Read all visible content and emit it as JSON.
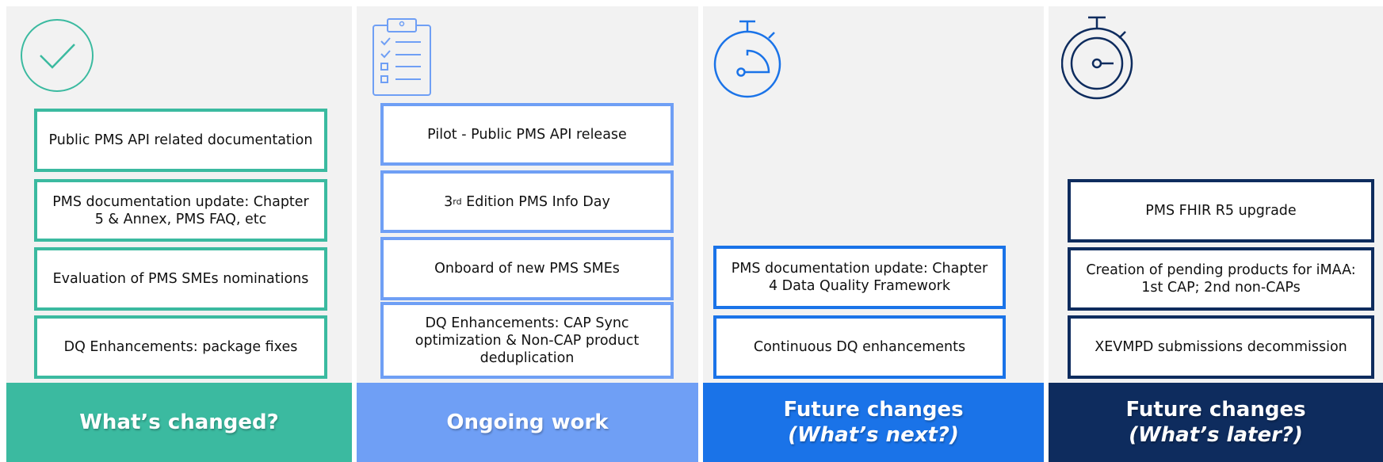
{
  "colors": {
    "teal": "#3bbaa0",
    "light_blue": "#6f9ff5",
    "blue": "#1a73e8",
    "navy": "#0e2c5e"
  },
  "columns": [
    {
      "icon": "checkmark-circle-icon",
      "footer": {
        "title": "What’s changed?",
        "subtitle": ""
      },
      "cards": [
        "Public PMS API related documentation",
        "PMS documentation update: Chapter 5 & Annex, PMS FAQ, etc",
        "Evaluation of PMS SMEs nominations",
        "DQ Enhancements: package fixes"
      ]
    },
    {
      "icon": "clipboard-checklist-icon",
      "footer": {
        "title": "Ongoing work",
        "subtitle": ""
      },
      "cards": [
        "Pilot - Public PMS API release",
        {
          "prefix": "3",
          "sup": "rd",
          "suffix": " Edition PMS Info Day"
        },
        "Onboard of new PMS SMEs",
        "DQ Enhancements: CAP Sync optimization & Non-CAP product deduplication"
      ]
    },
    {
      "icon": "stopwatch-icon",
      "footer": {
        "title": "Future changes",
        "subtitle": "(What’s next?)"
      },
      "cards": [
        "PMS documentation update: Chapter 4 Data Quality Framework",
        "Continuous DQ enhancements"
      ]
    },
    {
      "icon": "stopwatch-icon",
      "footer": {
        "title": "Future changes",
        "subtitle": "(What’s later?)"
      },
      "cards": [
        "PMS FHIR R5 upgrade",
        "Creation of pending products for iMAA: 1st CAP; 2nd non-CAPs",
        "XEVMPD submissions decommission"
      ]
    }
  ]
}
